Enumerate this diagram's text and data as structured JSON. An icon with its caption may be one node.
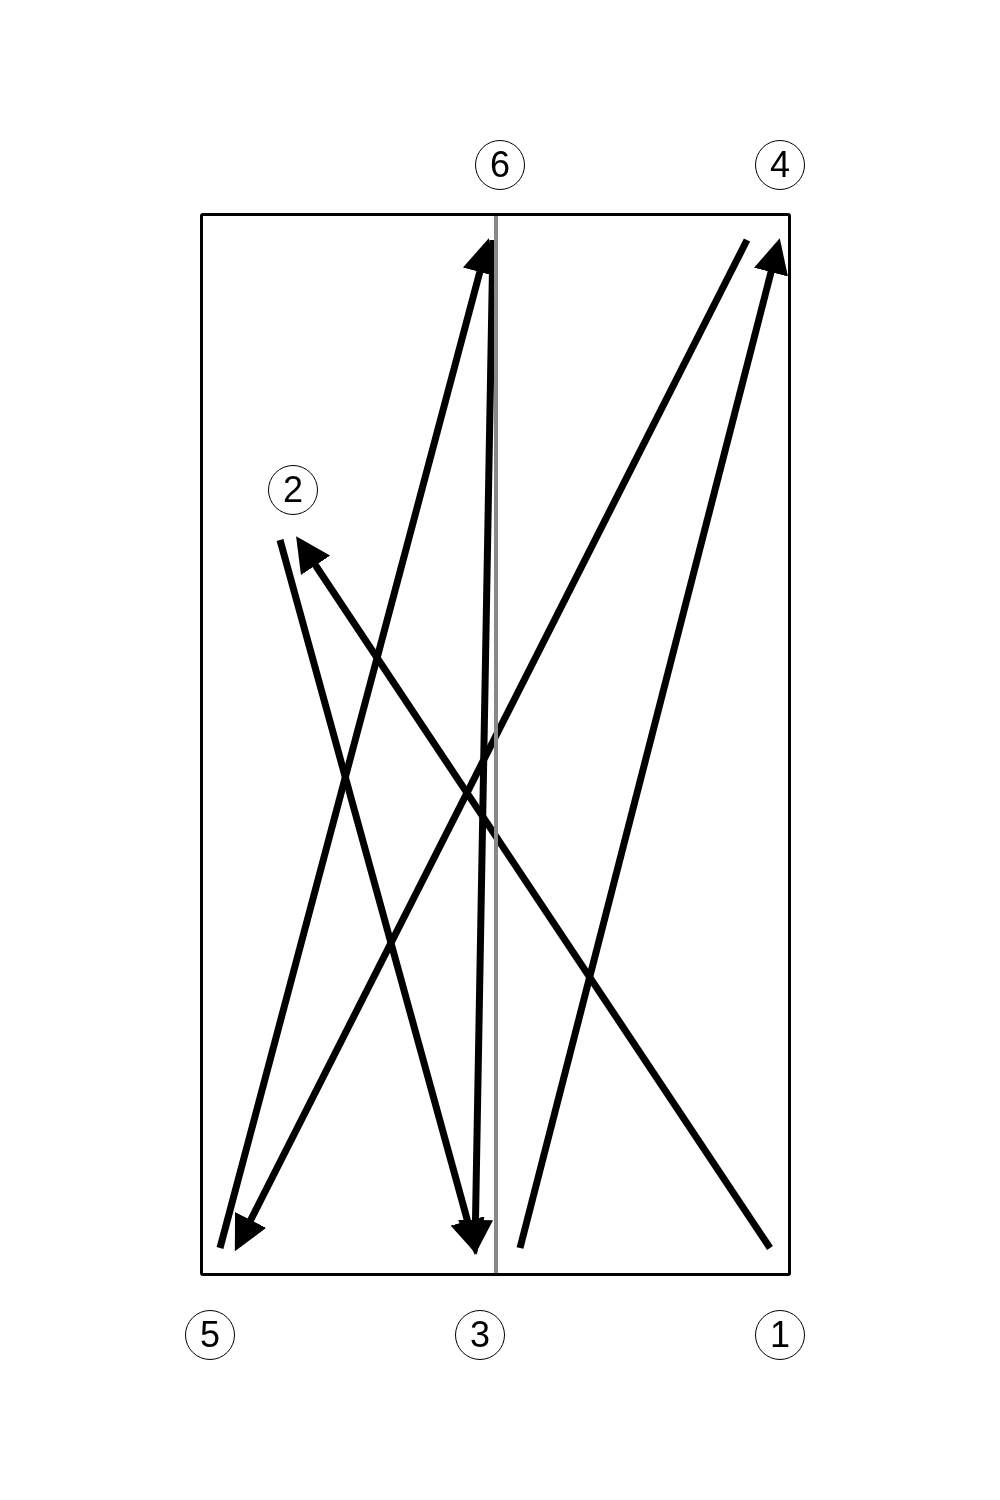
{
  "diagram": {
    "nodes": [
      {
        "text": [
          "6"
        ]
      },
      {
        "text": [
          "4"
        ]
      },
      {
        "text": [],
        "shape": "box"
      },
      {
        "text": [
          "2"
        ],
        "in": 2
      },
      {
        "text": [
          "5"
        ]
      },
      {
        "text": [
          "3"
        ]
      },
      {
        "text": [
          "1"
        ]
      }
    ],
    "edges": [
      {
        "from": 6,
        "to": 3,
        "arrow": "to"
      },
      {
        "from": 3,
        "to": 5,
        "arrow": "to"
      },
      {
        "from": 5,
        "to": 1,
        "arrow": "to"
      },
      {
        "from": 1,
        "to": 4,
        "arrow": "to"
      },
      {
        "from": 4,
        "to": 0,
        "arrow": "to"
      },
      {
        "from": 0,
        "to": 5,
        "arrow": "to"
      }
    ]
  }
}
